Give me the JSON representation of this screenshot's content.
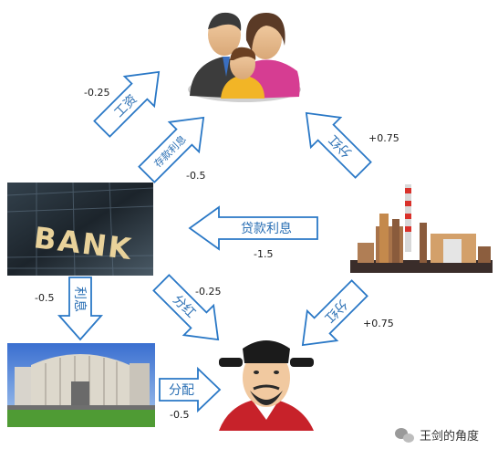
{
  "arrows": {
    "wages": {
      "label": "工资",
      "value": "-0.25"
    },
    "deposit_interest": {
      "label": "存款利息",
      "value": "-0.5"
    },
    "loan_interest": {
      "label": "贷款利息",
      "value": "-1.5"
    },
    "firm_to_household": {
      "label": "分红",
      "value": "+0.75"
    },
    "firm_to_emperor": {
      "label": "分红",
      "value": "+0.75"
    },
    "bank_to_emperor": {
      "label": "分红",
      "value": "-0.25"
    },
    "interest_to_central_bank": {
      "label": "利息",
      "value": "-0.5"
    },
    "distribution": {
      "label": "分配",
      "value": "-0.5"
    }
  },
  "nodes": {
    "bank_sign": "BANK"
  },
  "watermark": "王剑的角度",
  "colors": {
    "arrow_stroke": "#2a78c6",
    "label_blue": "#2a6fb4"
  }
}
